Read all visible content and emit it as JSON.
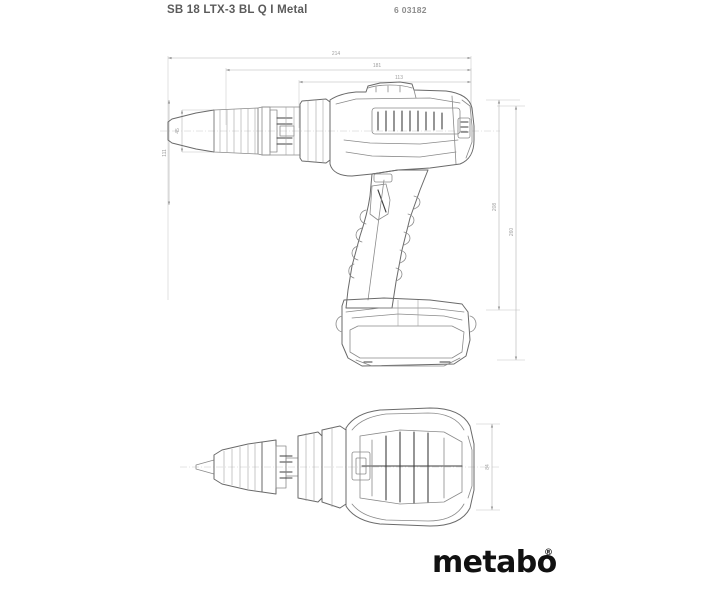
{
  "header": {
    "title": "SB 18 LTX-3 BL Q I Metal",
    "part_number": "6 03182"
  },
  "brand": {
    "wordmark": "metabo",
    "registered_mark": "®"
  },
  "drawing": {
    "background_color": "#ffffff",
    "line_color": "#6f6f6f",
    "dimension_color": "#9a9a9a",
    "text_color": "#8c8c8c",
    "views": [
      {
        "name": "side-view",
        "label": ""
      },
      {
        "name": "plan-view",
        "label": ""
      }
    ]
  },
  "dimensions": {
    "side_horizontal": [
      {
        "name": "overall-length",
        "value": "214"
      },
      {
        "name": "length-to-chuck-body",
        "value": "181"
      },
      {
        "name": "housing-length",
        "value": "113"
      }
    ],
    "side_vertical_left": [
      {
        "name": "chuck-diameter",
        "value": "45"
      },
      {
        "name": "front-height",
        "value": "111"
      }
    ],
    "side_vertical_right": [
      {
        "name": "body-height",
        "value": "208"
      },
      {
        "name": "overall-height",
        "value": "260"
      }
    ],
    "plan_vertical_right": [
      {
        "name": "overall-width",
        "value": "84"
      }
    ]
  }
}
